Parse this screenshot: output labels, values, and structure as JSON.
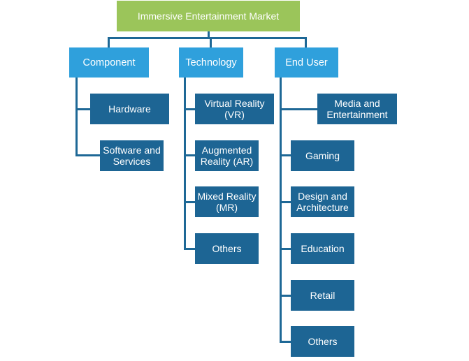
{
  "colors": {
    "root": "#9bc55a",
    "category": "#2fa0dc",
    "leaf": "#1d6594",
    "connector": "#1e6896"
  },
  "root": {
    "label": "Immersive Entertainment Market"
  },
  "categories": [
    {
      "label": "Component",
      "items": [
        "Hardware",
        "Software and Services"
      ]
    },
    {
      "label": "Technology",
      "items": [
        "Virtual Reality (VR)",
        "Augmented Reality (AR)",
        "Mixed Reality (MR)",
        "Others"
      ]
    },
    {
      "label": "End User",
      "items": [
        "Media and Entertainment",
        "Gaming",
        "Design and Architecture",
        "Education",
        "Retail",
        "Others"
      ]
    }
  ]
}
